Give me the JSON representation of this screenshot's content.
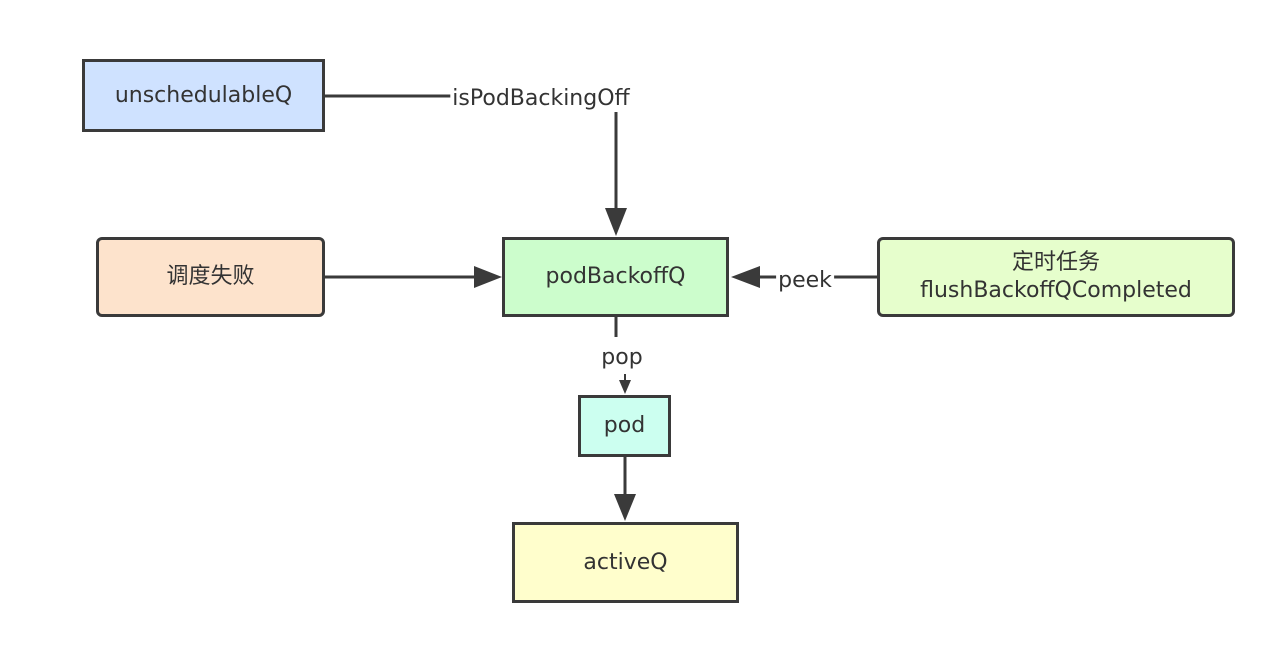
{
  "nodes": {
    "unschedulable": {
      "label": "unschedulableQ",
      "fill": "#cfe2ff"
    },
    "failed": {
      "label": "调度失败",
      "fill": "#fde3cc"
    },
    "backoff": {
      "label": "podBackoffQ",
      "fill": "#ccfdcc"
    },
    "timer": {
      "label_line1": "定时任务",
      "label_line2": "flushBackoffQCompleted",
      "fill": "#e6fecc"
    },
    "pod": {
      "label": "pod",
      "fill": "#ccfff0"
    },
    "active": {
      "label": "activeQ",
      "fill": "#fffecc"
    }
  },
  "edges": {
    "backing_off": {
      "label": "isPodBackingOff"
    },
    "peek": {
      "label": "peek"
    },
    "pop": {
      "label": "pop"
    }
  },
  "colors": {
    "stroke": "#3a3a3a",
    "text": "#333333"
  }
}
